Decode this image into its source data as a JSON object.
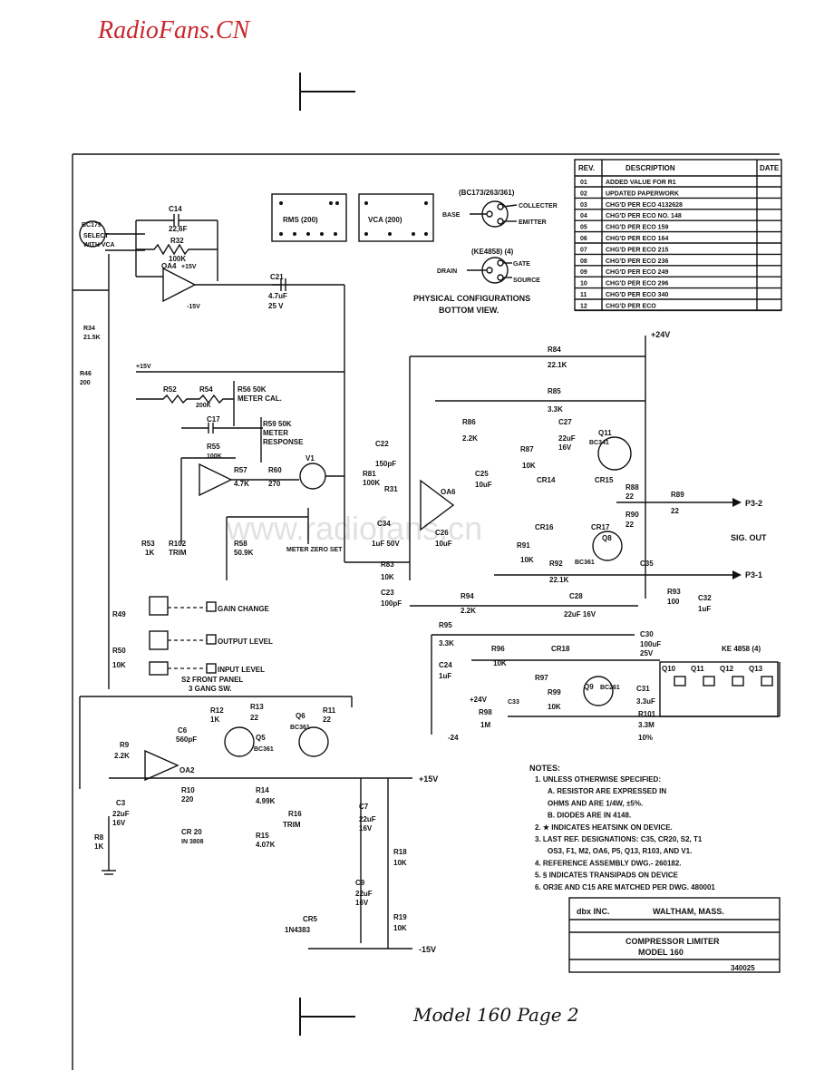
{
  "watermark_brand": "RadioFans.CN",
  "watermark_faint": "www.radiofans.cn",
  "handwritten_caption": "Model 160 Page 2",
  "revision_table": {
    "headers": [
      "REV.",
      "DESCRIPTION",
      "DATE"
    ],
    "rows": [
      [
        "01",
        "ADDED VALUE FOR R1"
      ],
      [
        "02",
        "UPDATED PAPERWORK"
      ],
      [
        "03",
        "CHG'D PER ECO 4132628"
      ],
      [
        "04",
        "CHG'D PER ECO NO. 148"
      ],
      [
        "05",
        "CHG'D PER ECO 159"
      ],
      [
        "06",
        "CHG'D PER ECO 164"
      ],
      [
        "07",
        "CHG'D PER ECO 215"
      ],
      [
        "08",
        "CHG'D PER ECO 236"
      ],
      [
        "09",
        "CHG'D PER ECO 249"
      ],
      [
        "10",
        "CHG'D PER ECO 296"
      ],
      [
        "11",
        "CHG'D PER ECO 340"
      ],
      [
        "12",
        "CHG'D PER ECO"
      ]
    ]
  },
  "physical": {
    "bc_header": "(BC173/263/361)",
    "collector": "COLLECTER",
    "base": "BASE",
    "emitter": "EMITTER",
    "ke_header": "(KE4858) (4)",
    "gate": "GATE",
    "drain": "DRAIN",
    "source": "SOURCE",
    "title_line1": "PHYSICAL CONFIGURATIONS",
    "title_line2": "BOTTOM VIEW.",
    "rms": "RMS (200)",
    "vca": "VCA (200)"
  },
  "supply": {
    "v24": "+24V",
    "plus15": "+15V",
    "minus15": "-15V",
    "minus24": "-24"
  },
  "outputs": {
    "p3_2": "P3-2",
    "p3_1": "P3-1",
    "sig_out": "SIG. OUT"
  },
  "parts": {
    "c14": "C14",
    "c14v": "22,6F",
    "r32": "R32",
    "r32v": "100K",
    "oa4": "OA4",
    "c21": "C21",
    "c21v": "4.7uF",
    "c21v2": "25 V",
    "r52": "R52",
    "r54": "R54",
    "r54v": "200K",
    "r56": "R56 50K",
    "r56n": "METER CAL.",
    "c17": "C17",
    "r59": "R59 50K",
    "r59n1": "METER",
    "r59n2": "RESPONSE",
    "r55": "R55",
    "r55v": "100K",
    "r57": "R57",
    "r57v": "4.7K",
    "r60": "R60",
    "r60v": "270",
    "v1": "V1",
    "r53": "R53",
    "r53v": "1K",
    "r102": "R102",
    "r102v": "TRIM",
    "r58": "R58",
    "r58v": "50.9K",
    "meter_zero": "METER ZERO SET",
    "gain_change": "GAIN CHANGE",
    "output_level": "OUTPUT LEVEL",
    "input_level": "INPUT LEVEL",
    "front_panel": "S2 FRONT PANEL",
    "gang_sw": "3 GANG SW.",
    "r49": "R49",
    "r50": "R50",
    "r50v": "10K",
    "r84": "R84",
    "r84v": "22.1K",
    "r85": "R85",
    "r85v": "3.3K",
    "r86": "R86",
    "r86v": "2.2K",
    "c27": "C27",
    "c27v": "22uF",
    "c27v2": "16V",
    "q11": "Q11",
    "q11t": "BC341",
    "r87": "R87",
    "r87v": "10K",
    "c22": "C22",
    "c22v": "150pF",
    "r81": "R81",
    "r81v": "100K",
    "r31": "R31",
    "oa6": "OA6",
    "c25": "C25",
    "c25v": "10uF",
    "cr14": "CR14",
    "cr15": "CR15",
    "r88": "R88",
    "r88v": "22",
    "r89": "R89",
    "r89v": "22",
    "r90": "R90",
    "r90v": "22",
    "c34": "C34",
    "c34v": "1uF 50V",
    "c26": "C26",
    "c26v": "10uF",
    "cr16": "CR16",
    "cr17": "CR17",
    "q8": "Q8",
    "q8t": "BC361",
    "r91": "R91",
    "r91v": "10K",
    "r92": "R92",
    "r92v": "22.1K",
    "c35": "C35",
    "r83": "R83",
    "r83v": "10K",
    "c23": "C23",
    "c23v": "100pF",
    "c28": "C28",
    "c28v": "22uF 16V",
    "r93": "R93",
    "r93v": "100",
    "c32": "C32",
    "c32v": "1uF",
    "r94": "R94",
    "r94v": "2.2K",
    "r95": "R95",
    "r95v": "3.3K",
    "c30": "C30",
    "c30v": "100uF",
    "c30v2": "25V",
    "ke4858": "KE 4858 (4)",
    "q10": "Q10",
    "q11b": "Q11",
    "q12": "Q12",
    "q13": "Q13",
    "c24": "C24",
    "c24v": "1uF",
    "r96": "R96",
    "r96v": "10K",
    "cr18": "CR18",
    "r97": "R97",
    "r99": "R99",
    "r99v": "10K",
    "q9": "Q9",
    "q9t": "BC261",
    "c31": "C31",
    "c31v": "3.3uF",
    "r98": "R98",
    "r98v": "1M",
    "r101": "R101",
    "r101v": "3.3M",
    "r101v2": "10%",
    "c33": "C33",
    "r12": "R12",
    "r12v": "1K",
    "r13": "R13",
    "r13v": "22",
    "r11": "R11",
    "r11v": "22",
    "q6": "Q6",
    "q6t": "BC361",
    "q5": "Q5",
    "q5t": "BC361",
    "c6": "C6",
    "c6v": "560pF",
    "r9": "R9",
    "r9v": "2.2K",
    "oa2": "OA2",
    "r10": "R10",
    "r10v": "220",
    "c3": "C3",
    "c3v": "22uF",
    "c3v2": "16V",
    "r8": "R8",
    "r8v": "1K",
    "cr20": "CR 20",
    "cr20v": "IN 3808",
    "r14": "R14",
    "r14v": "4.99K",
    "r16": "R16",
    "r16v": "TRIM",
    "r15": "R15",
    "r15v": "4.07K",
    "c7": "C7",
    "c7v": "22uF",
    "c7v2": "16V",
    "r18": "R18",
    "r18v": "10K",
    "c9": "C9",
    "c9v": "22uF",
    "c9v2": "16V",
    "cr5": "CR5",
    "cr5v": "1N4383",
    "r19": "R19",
    "r19v": "10K",
    "bc179": "BC179",
    "select": "SELECT",
    "with_vca": "WITH VCA",
    "r34": "R34",
    "r34v": "21.5K",
    "r46": "R46",
    "r46v": "200"
  },
  "notes": {
    "title": "NOTES:",
    "lines": [
      "1. UNLESS OTHERWISE SPECIFIED:",
      "A. RESISTOR ARE EXPRESSED IN",
      "OHMS AND ARE 1/4W, ±5%.",
      "B. DIODES ARE IN 4148.",
      "2. ★ INDICATES HEATSINK ON DEVICE.",
      "3. LAST REF. DESIGNATIONS: C35, CR20, S2, T1",
      "OS3, F1, M2, OA6, P5, Q13, R103, AND V1.",
      "4. REFERENCE ASSEMBLY DWG.- 260182.",
      "5. § INDICATES TRANSIPADS ON DEVICE",
      "6. OR3E AND C15 ARE MATCHED PER DWG. 480001"
    ]
  },
  "title_block": {
    "company": "dbx INC.",
    "city": "WALTHAM, MASS.",
    "title": "COMPRESSOR LIMITER",
    "model": "MODEL 160",
    "dwg": "340025"
  }
}
